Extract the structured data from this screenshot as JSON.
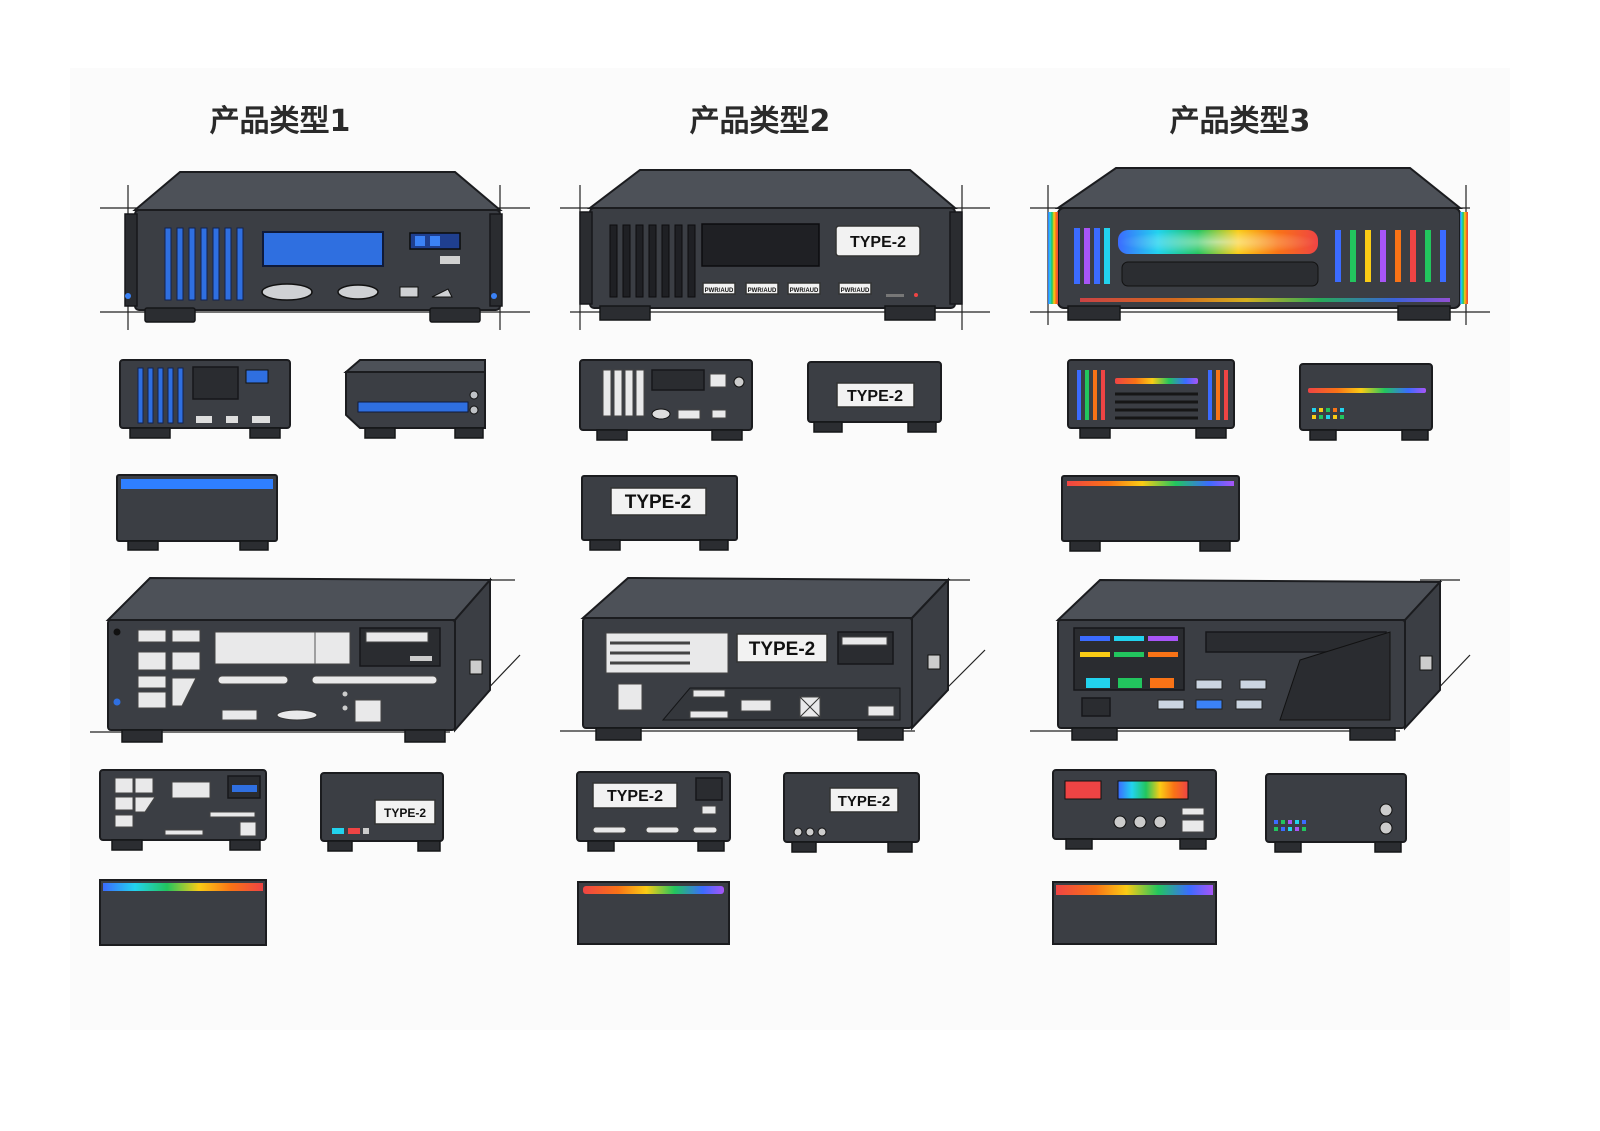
{
  "columns": [
    {
      "title": "产品类型1"
    },
    {
      "title": "产品类型2"
    },
    {
      "title": "产品类型3"
    }
  ],
  "type2_label": "TYPE-2",
  "port_label": "PWR/AUD",
  "colors": {
    "chassis": "#3b3e44",
    "chassis_top": "#4d5158",
    "blue_accent": "#2f6fe0",
    "rgb_gradient": [
      "#3b6bff",
      "#22d3ee",
      "#22c55e",
      "#facc15",
      "#f97316",
      "#ef4444",
      "#a855f7"
    ]
  }
}
